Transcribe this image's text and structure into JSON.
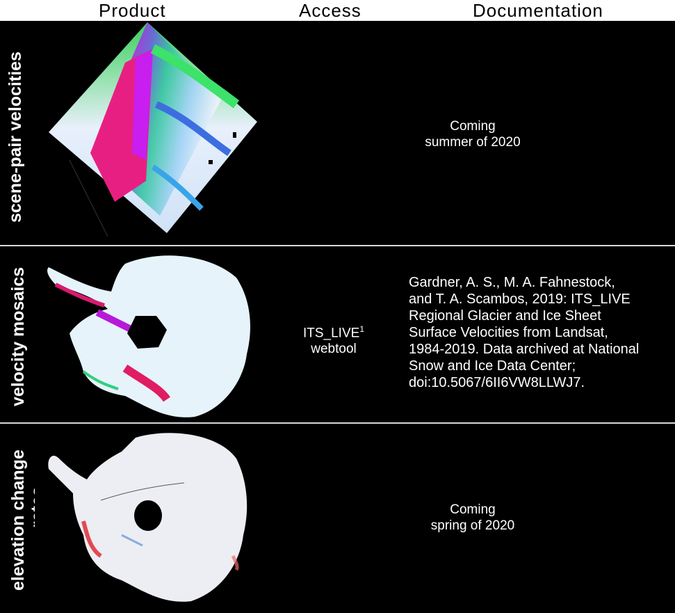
{
  "headers": {
    "product": "Product",
    "access": "Access",
    "documentation": "Documentation"
  },
  "rows": [
    {
      "label": "scene-pair velocities",
      "access": "",
      "documentation_lines": [
        "Coming",
        "summer of 2020"
      ],
      "image": "scene-pair velocity map (rotated square tile with rainbow colored velocities)"
    },
    {
      "label": "velocity mosaics",
      "access_lines": [
        "ITS_LIVE",
        "webtool"
      ],
      "access_sup": "1",
      "documentation_lines": [
        "Gardner, A. S., M. A. Fahnestock,",
        "and T. A. Scambos, 2019: ITS_LIVE",
        "Regional Glacier and Ice Sheet",
        "Surface Velocities from Landsat,",
        "1984-2019. Data archived at National",
        "Snow and Ice Data Center;",
        "doi:10.5067/6II6VW8LLWJ7."
      ],
      "image": "Antarctica velocity mosaic"
    },
    {
      "label": "elevation change",
      "label_cut": "rates",
      "access": "",
      "documentation_lines": [
        "Coming",
        "spring of 2020"
      ],
      "image": "Antarctica elevation change map"
    }
  ],
  "colors": {
    "background": "#000000",
    "header_bg": "#ffffff",
    "separator": "#d8d8d8"
  }
}
